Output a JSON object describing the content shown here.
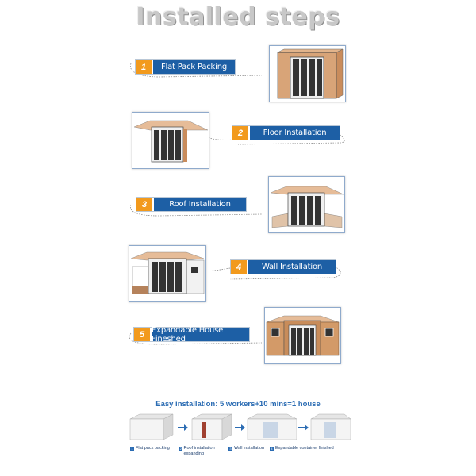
{
  "title": "Installed steps",
  "steps": [
    {
      "num": "1",
      "label": "Flat Pack Packing"
    },
    {
      "num": "2",
      "label": "Floor Installation"
    },
    {
      "num": "3",
      "label": "Roof Installation"
    },
    {
      "num": "4",
      "label": "Wall Installation"
    },
    {
      "num": "5",
      "label": "Expandable House Fineshed"
    }
  ],
  "bottom": {
    "headline": "Easy installation: 5 workers+10 mins=1 house",
    "labels": [
      {
        "num": "1",
        "text": "Flat pack packing"
      },
      {
        "num": "2",
        "text": "Roof installation expanding"
      },
      {
        "num": "3",
        "text": "Wall installation"
      },
      {
        "num": "4",
        "text": "Expandable container finished"
      }
    ]
  },
  "colors": {
    "step_blue": "#1d5fa5",
    "step_orange": "#f29a1d",
    "wood": "#d8a478",
    "headline_blue": "#2b6cb3"
  }
}
